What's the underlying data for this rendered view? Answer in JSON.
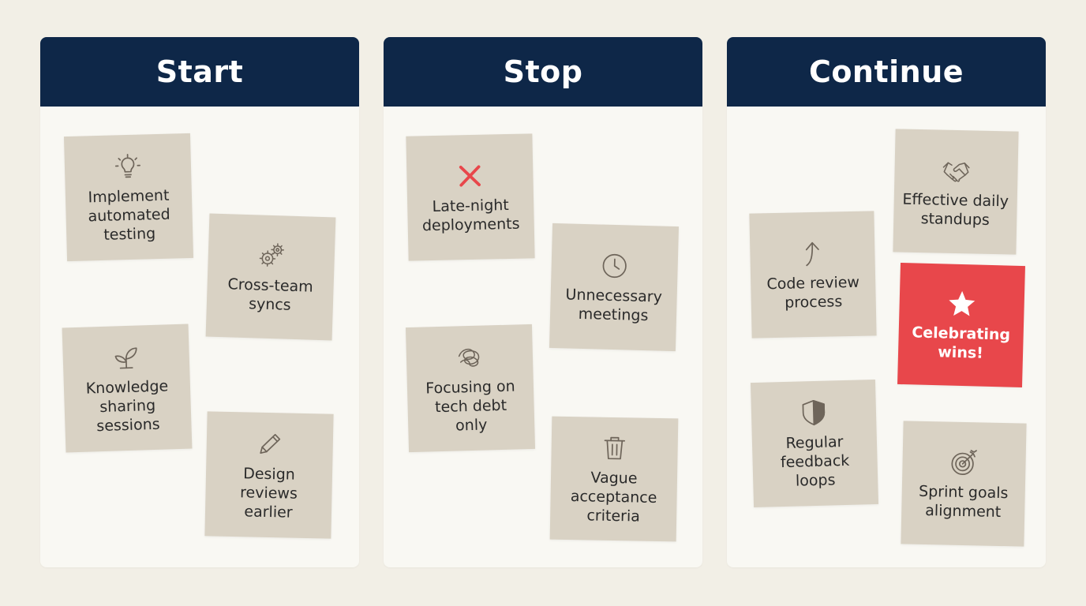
{
  "colors": {
    "background": "#f2efe6",
    "column_bg": "#f9f8f3",
    "header_bg": "#0e2748",
    "note_bg": "#d9d2c4",
    "highlight_bg": "#e8474b",
    "icon_color": "#6e655a",
    "stop_icon_color": "#e8474b"
  },
  "columns": [
    {
      "title": "Start",
      "notes": [
        {
          "icon": "lightbulb-icon",
          "text": "Implement\nautomated\ntesting"
        },
        {
          "icon": "gears-icon",
          "text": "Cross-team\nsyncs"
        },
        {
          "icon": "sprout-icon",
          "text": "Knowledge\nsharing\nsessions"
        },
        {
          "icon": "pencil-icon",
          "text": "Design\nreviews\nearlier"
        }
      ]
    },
    {
      "title": "Stop",
      "notes": [
        {
          "icon": "x-mark-icon",
          "text": "Late-night\ndeployments"
        },
        {
          "icon": "clock-icon",
          "text": "Unnecessary\nmeetings"
        },
        {
          "icon": "tangle-icon",
          "text": "Focusing on\ntech debt\nonly"
        },
        {
          "icon": "trash-icon",
          "text": "Vague\nacceptance\ncriteria"
        }
      ]
    },
    {
      "title": "Continue",
      "notes": [
        {
          "icon": "handshake-icon",
          "text": "Effective daily\nstandups"
        },
        {
          "icon": "arrow-up-icon",
          "text": "Code review\nprocess"
        },
        {
          "icon": "star-icon",
          "text": "Celebrating\nwins!",
          "highlight": true
        },
        {
          "icon": "shield-icon",
          "text": "Regular\nfeedback\nloops"
        },
        {
          "icon": "target-icon",
          "text": "Sprint goals\nalignment"
        }
      ]
    }
  ]
}
